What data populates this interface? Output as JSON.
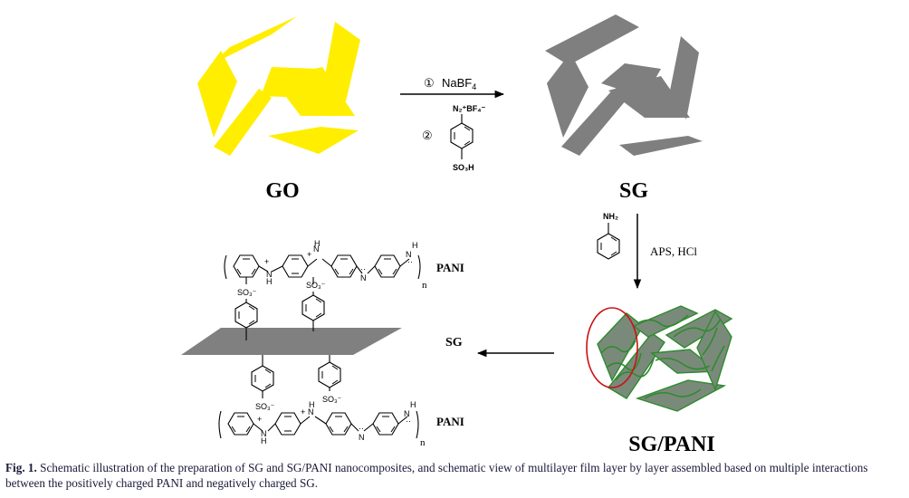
{
  "labels": {
    "go": "GO",
    "sg": "SG",
    "sg_pani": "SG/PANI",
    "pani_top": "PANI",
    "pani_bottom": "PANI",
    "sg_arrow": "SG",
    "n_top": "n",
    "n_bottom": "n"
  },
  "reaction1": {
    "step1_marker": "①",
    "step1_reagent": "NaBF",
    "step1_sub": "4",
    "step2_marker": "②",
    "diazonium_label": "N₂⁺BF₄⁻",
    "sulfonic_label": "SO₃H"
  },
  "reaction2": {
    "amine_label": "NH₂",
    "conditions": "APS, HCl"
  },
  "chem_labels": {
    "so3_minus": "SO₃⁻",
    "n_h": "N",
    "h": "H",
    "plus": "+",
    "lone_pair": "··"
  },
  "colors": {
    "go_fill": "#ffee00",
    "sg_fill": "#7f7f7f",
    "pani_green": "#2e8b2e",
    "ellipse_red": "#cc1111"
  },
  "caption": {
    "fig_label": "Fig. 1.",
    "text": "Schematic illustration of the preparation of SG and SG/PANI nanocomposites, and schematic view of multilayer film layer by layer assembled based on multiple interactions between the positively charged PANI and negatively charged SG."
  }
}
